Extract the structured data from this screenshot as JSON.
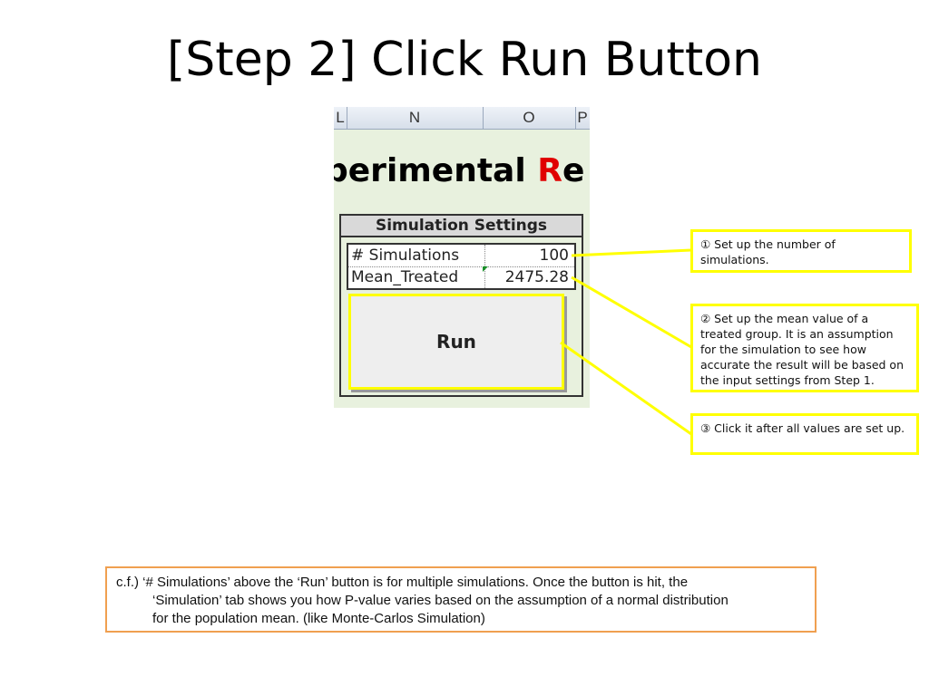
{
  "slide": {
    "title": "[Step 2] Click Run Button"
  },
  "excel": {
    "columns": [
      "L",
      "N",
      "O",
      "P"
    ],
    "heading_fragment_before": "perimental ",
    "heading_fragment_red": "R",
    "heading_fragment_after": "e",
    "settings_title": "Simulation Settings",
    "rows": [
      {
        "label": "# Simulations",
        "value": "100"
      },
      {
        "label": "Mean_Treated",
        "value": "2475.28"
      }
    ],
    "run_label": "Run"
  },
  "callouts": [
    {
      "text": "① Set up the number of simulations."
    },
    {
      "text": "② Set up the mean value of a treated group. It is an assumption for the simulation to see how accurate the result will be based on the input settings from Step 1."
    },
    {
      "text": "③ Click it after all values are set up."
    }
  ],
  "note": {
    "line1": "c.f.) ‘# Simulations’ above the ‘Run’ button is for multiple simulations. Once the button is hit, the",
    "line2": "‘Simulation’ tab shows you how P-value varies based on the assumption of a normal distribution",
    "line3": "for the population mean. (like Monte-Carlos Simulation)"
  },
  "colors": {
    "highlight": "#ffff00",
    "note_border": "#f0a050",
    "red_letter": "#e00000"
  }
}
